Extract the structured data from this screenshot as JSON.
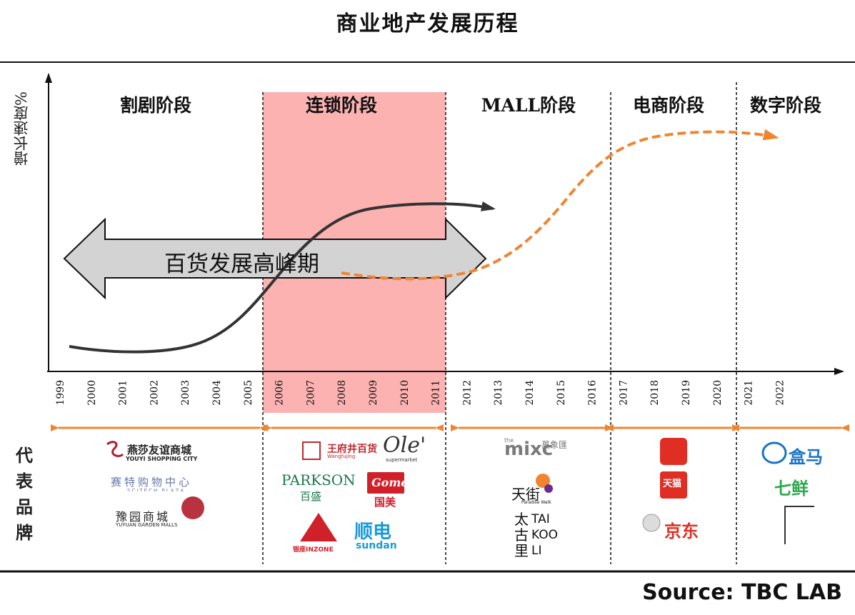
{
  "title": "商业地产发展历程",
  "y_axis_label": "增长速度%",
  "source": "Source: TBC LAB",
  "peak_label": "百货发展高峰期",
  "rep_brands_label": "代表品牌",
  "stages": [
    "割剧阶段",
    "连锁阶段",
    "MALL阶段",
    "电商阶段",
    "数字阶段"
  ],
  "years": [
    "1999",
    "2000",
    "2001",
    "2002",
    "2003",
    "2004",
    "2005",
    "2006",
    "2007",
    "2008",
    "2009",
    "2010",
    "2011",
    "2012",
    "2013",
    "2014",
    "2015",
    "2016",
    "2017",
    "2018",
    "2019",
    "2020",
    "2021",
    "2022"
  ],
  "colors": {
    "highlight": "#fdb2b2",
    "orange": "#f08531",
    "curve": "#333333",
    "arrow_fill": "#d3d3d3"
  },
  "brands": {
    "yansha": "燕莎友谊商城",
    "yansha_en": "YOUYI SHOPPING CITY",
    "saite": "赛特购物中心",
    "saite_en": "SCITECH PLAZA",
    "yuyuan": "豫园商城",
    "yuyuan_en": "YUYUAN GARDEN MALLS",
    "wangfujing": "王府井百货",
    "wangfujing_en": "Wangfujing",
    "ole": "Ole'",
    "ole_sub": "supermarket",
    "parkson": "PARKSON",
    "parkson_cn": "百盛",
    "gome": "Gome",
    "gome_cn": "国美",
    "inzone": "银座INZONE",
    "sundan_cn": "顺电",
    "sundan_en": "sundan",
    "mixc_the": "the",
    "mixc": "mixc",
    "mixc_cn": "萬象匯",
    "tianjie": "天街",
    "tianjie_en": "Paradise Walk",
    "taikoo_cn": "太古里",
    "taikoo_en": "TAI KOO LI",
    "tmall": "天猫",
    "jd": "京东",
    "hema": "盒马",
    "qixian": "七鲜"
  }
}
